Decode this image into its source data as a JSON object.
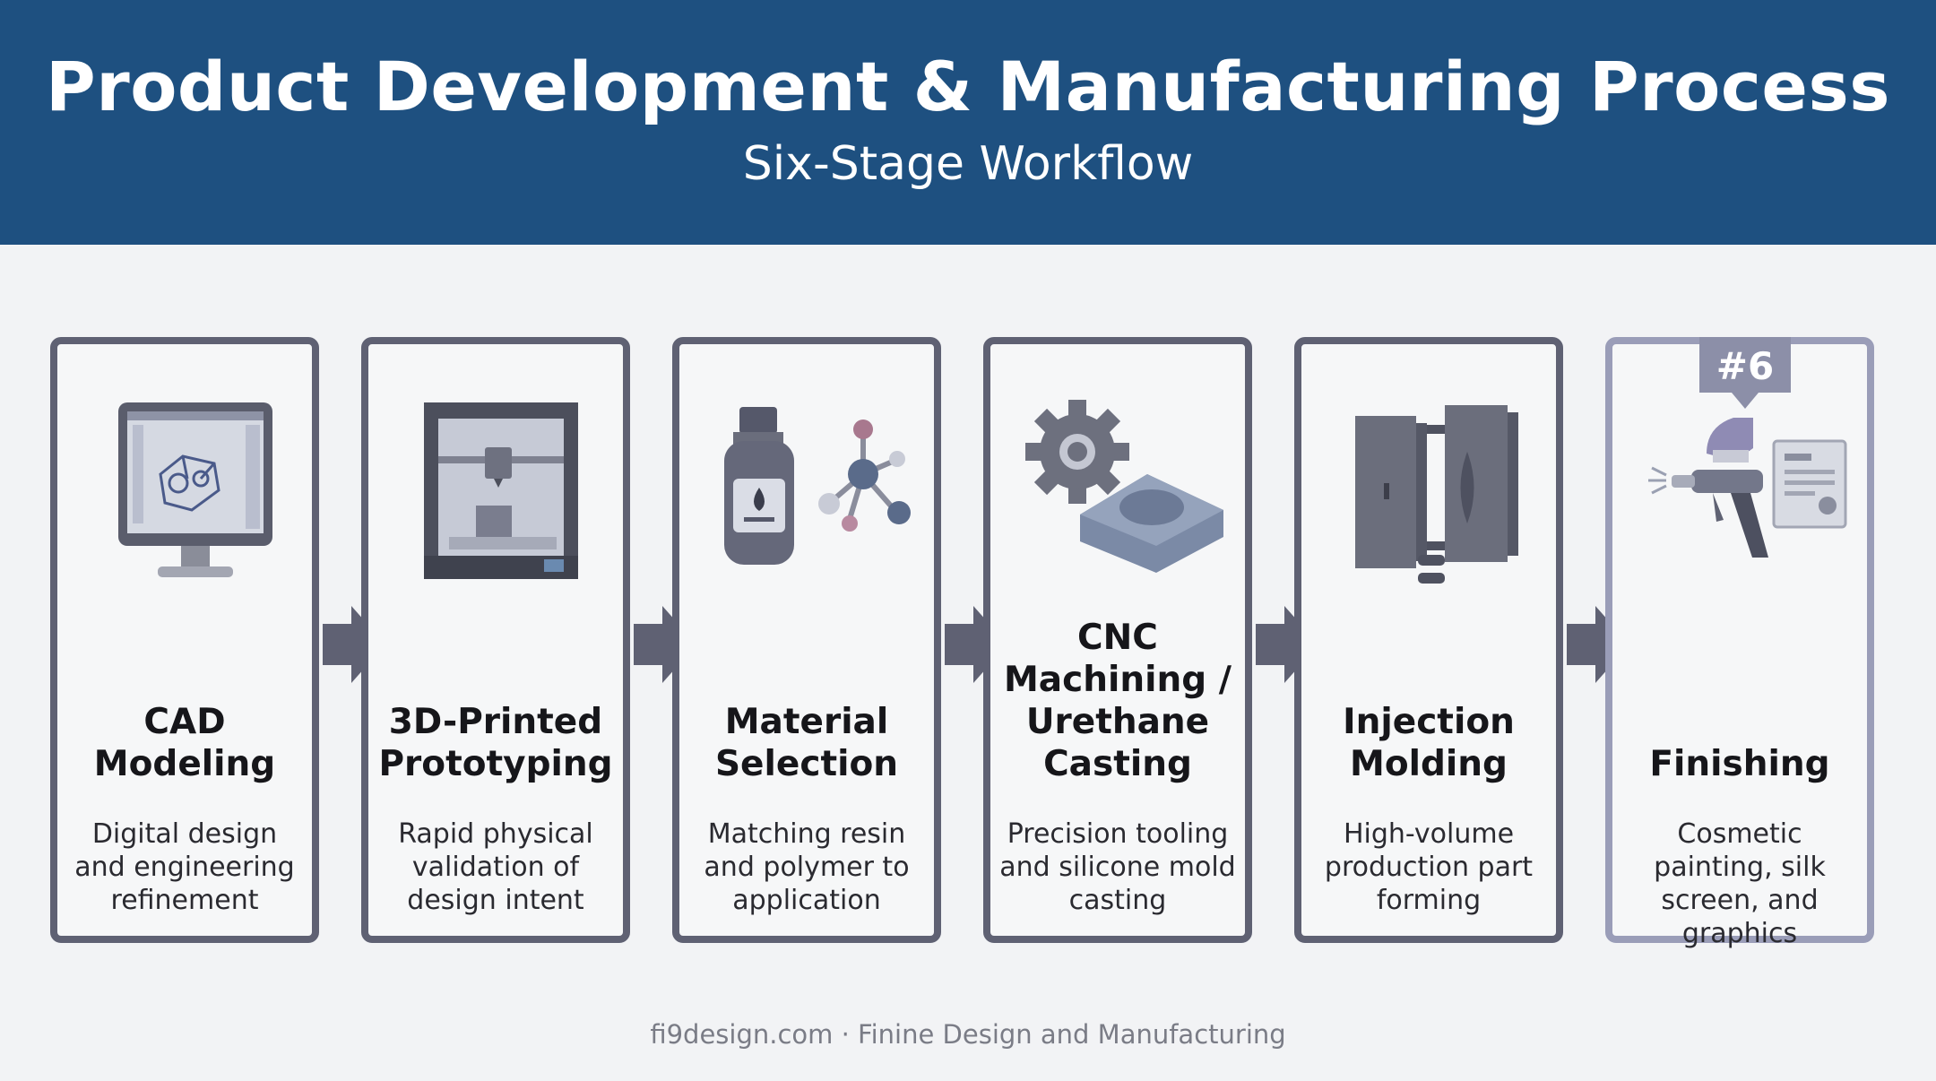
{
  "header": {
    "title": "Product Development & Manufacturing Process",
    "subtitle": "Six-Stage Workflow"
  },
  "stages": [
    {
      "label": "CAD\nModeling",
      "desc": "Digital design and engineering refinement",
      "icon": "computer-monitor-icon"
    },
    {
      "label": "3D-Printed\nPrototyping",
      "desc": "Rapid physical validation of design intent",
      "icon": "3d-printer-icon"
    },
    {
      "label": "Material\nSelection",
      "desc": "Matching resin and polymer to application",
      "icon": "resin-bottle-molecule-icon"
    },
    {
      "label": "CNC\nMachining /\nUrethane\nCasting",
      "desc": "Precision tooling and silicone mold casting",
      "icon": "gear-mold-icon"
    },
    {
      "label": "Injection\nMolding",
      "desc": "High-volume production part forming",
      "icon": "injection-mold-icon"
    },
    {
      "label": "Finishing",
      "desc": "Cosmetic painting, silk screen, and graphics",
      "icon": "spray-gun-document-icon"
    }
  ],
  "badge": "#6",
  "footer": "fi9design.com · Finine Design and Manufacturing",
  "colors": {
    "header_bg": "#1e5080",
    "card_border": "#5f6173",
    "last_card_border": "#9a9db8",
    "arrow": "#5f6173"
  }
}
